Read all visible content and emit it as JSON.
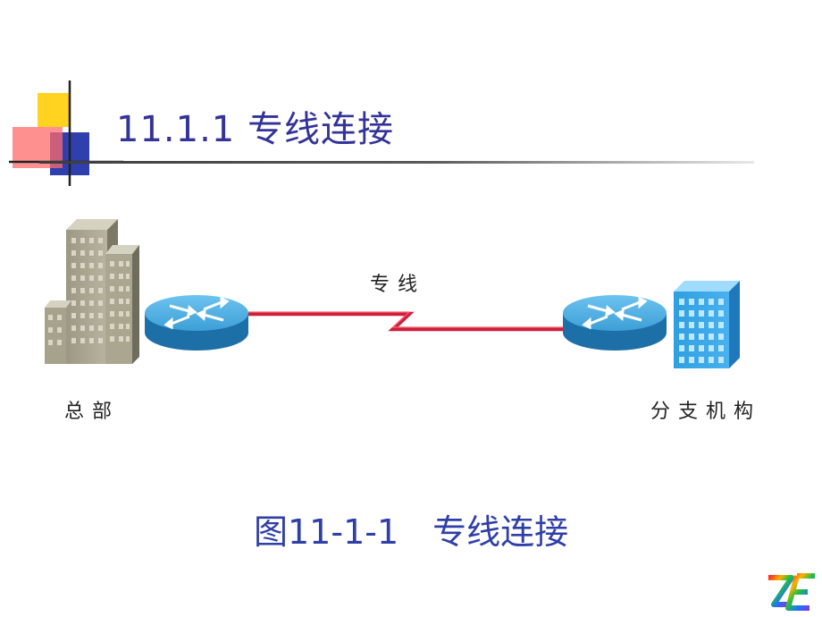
{
  "slide": {
    "title": "11.1.1  专线连接",
    "caption": "图11-1-1　专线连接"
  },
  "diagram": {
    "link_label": "专线",
    "left_site_label": "总部",
    "right_site_label": "分支机构"
  },
  "colors": {
    "title": "#333399",
    "caption": "#2f3fa8",
    "link": "#cc1f3a",
    "router": "#3ea0d8",
    "branch_building": "#3aa7e6",
    "hq_building": "#a8a48e"
  },
  "icons": [
    "headquarters-building-icon",
    "router-icon",
    "branch-building-icon",
    "leased-line-icon",
    "logo-icon"
  ]
}
